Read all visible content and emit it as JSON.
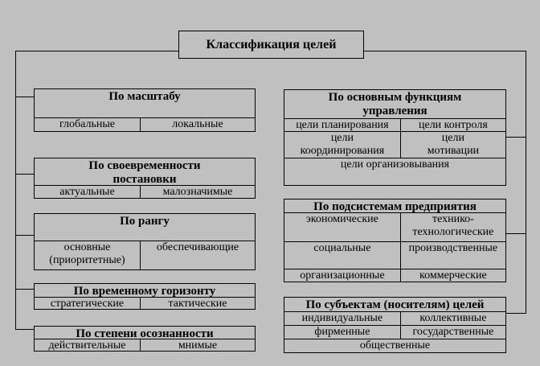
{
  "title": "Классификация целей",
  "left_boxes": [
    {
      "header": "По масштабу",
      "rows": [
        [
          "глобальные",
          "локальные"
        ]
      ]
    },
    {
      "header": "По своевременности\nпостановки",
      "rows": [
        [
          "актуальные",
          "малозначимые"
        ]
      ]
    },
    {
      "header": "По рангу",
      "rows": [
        [
          "основные\n(приоритетные)",
          "обеспечивающие"
        ]
      ]
    },
    {
      "header": "По временному горизонту",
      "rows": [
        [
          "стратегические",
          "тактические"
        ]
      ]
    },
    {
      "header": "По степени осознанности",
      "rows": [
        [
          "действительные",
          "мнимые"
        ]
      ]
    }
  ],
  "right_boxes": [
    {
      "header": "По основным функциям\nуправления",
      "rows": [
        [
          "цели планирования",
          "цели контроля"
        ],
        [
          "цели\nкоординирования",
          "цели\nмотивации"
        ],
        [
          "цели организовывания"
        ]
      ]
    },
    {
      "header": "По подсистемам предприятия",
      "rows": [
        [
          "экономические",
          "технико-\nтехнологические"
        ],
        [
          "социальные",
          "производственные"
        ],
        [
          "организационные",
          "коммерческие"
        ]
      ]
    },
    {
      "header": "По субъектам (носителям) целей",
      "rows": [
        [
          "индивидуальные",
          "коллективные"
        ],
        [
          "фирменные",
          "государственные"
        ],
        [
          "общественные"
        ]
      ]
    }
  ],
  "colors": {
    "background": "#c0c0c0",
    "line": "#000000",
    "text": "#000000"
  }
}
